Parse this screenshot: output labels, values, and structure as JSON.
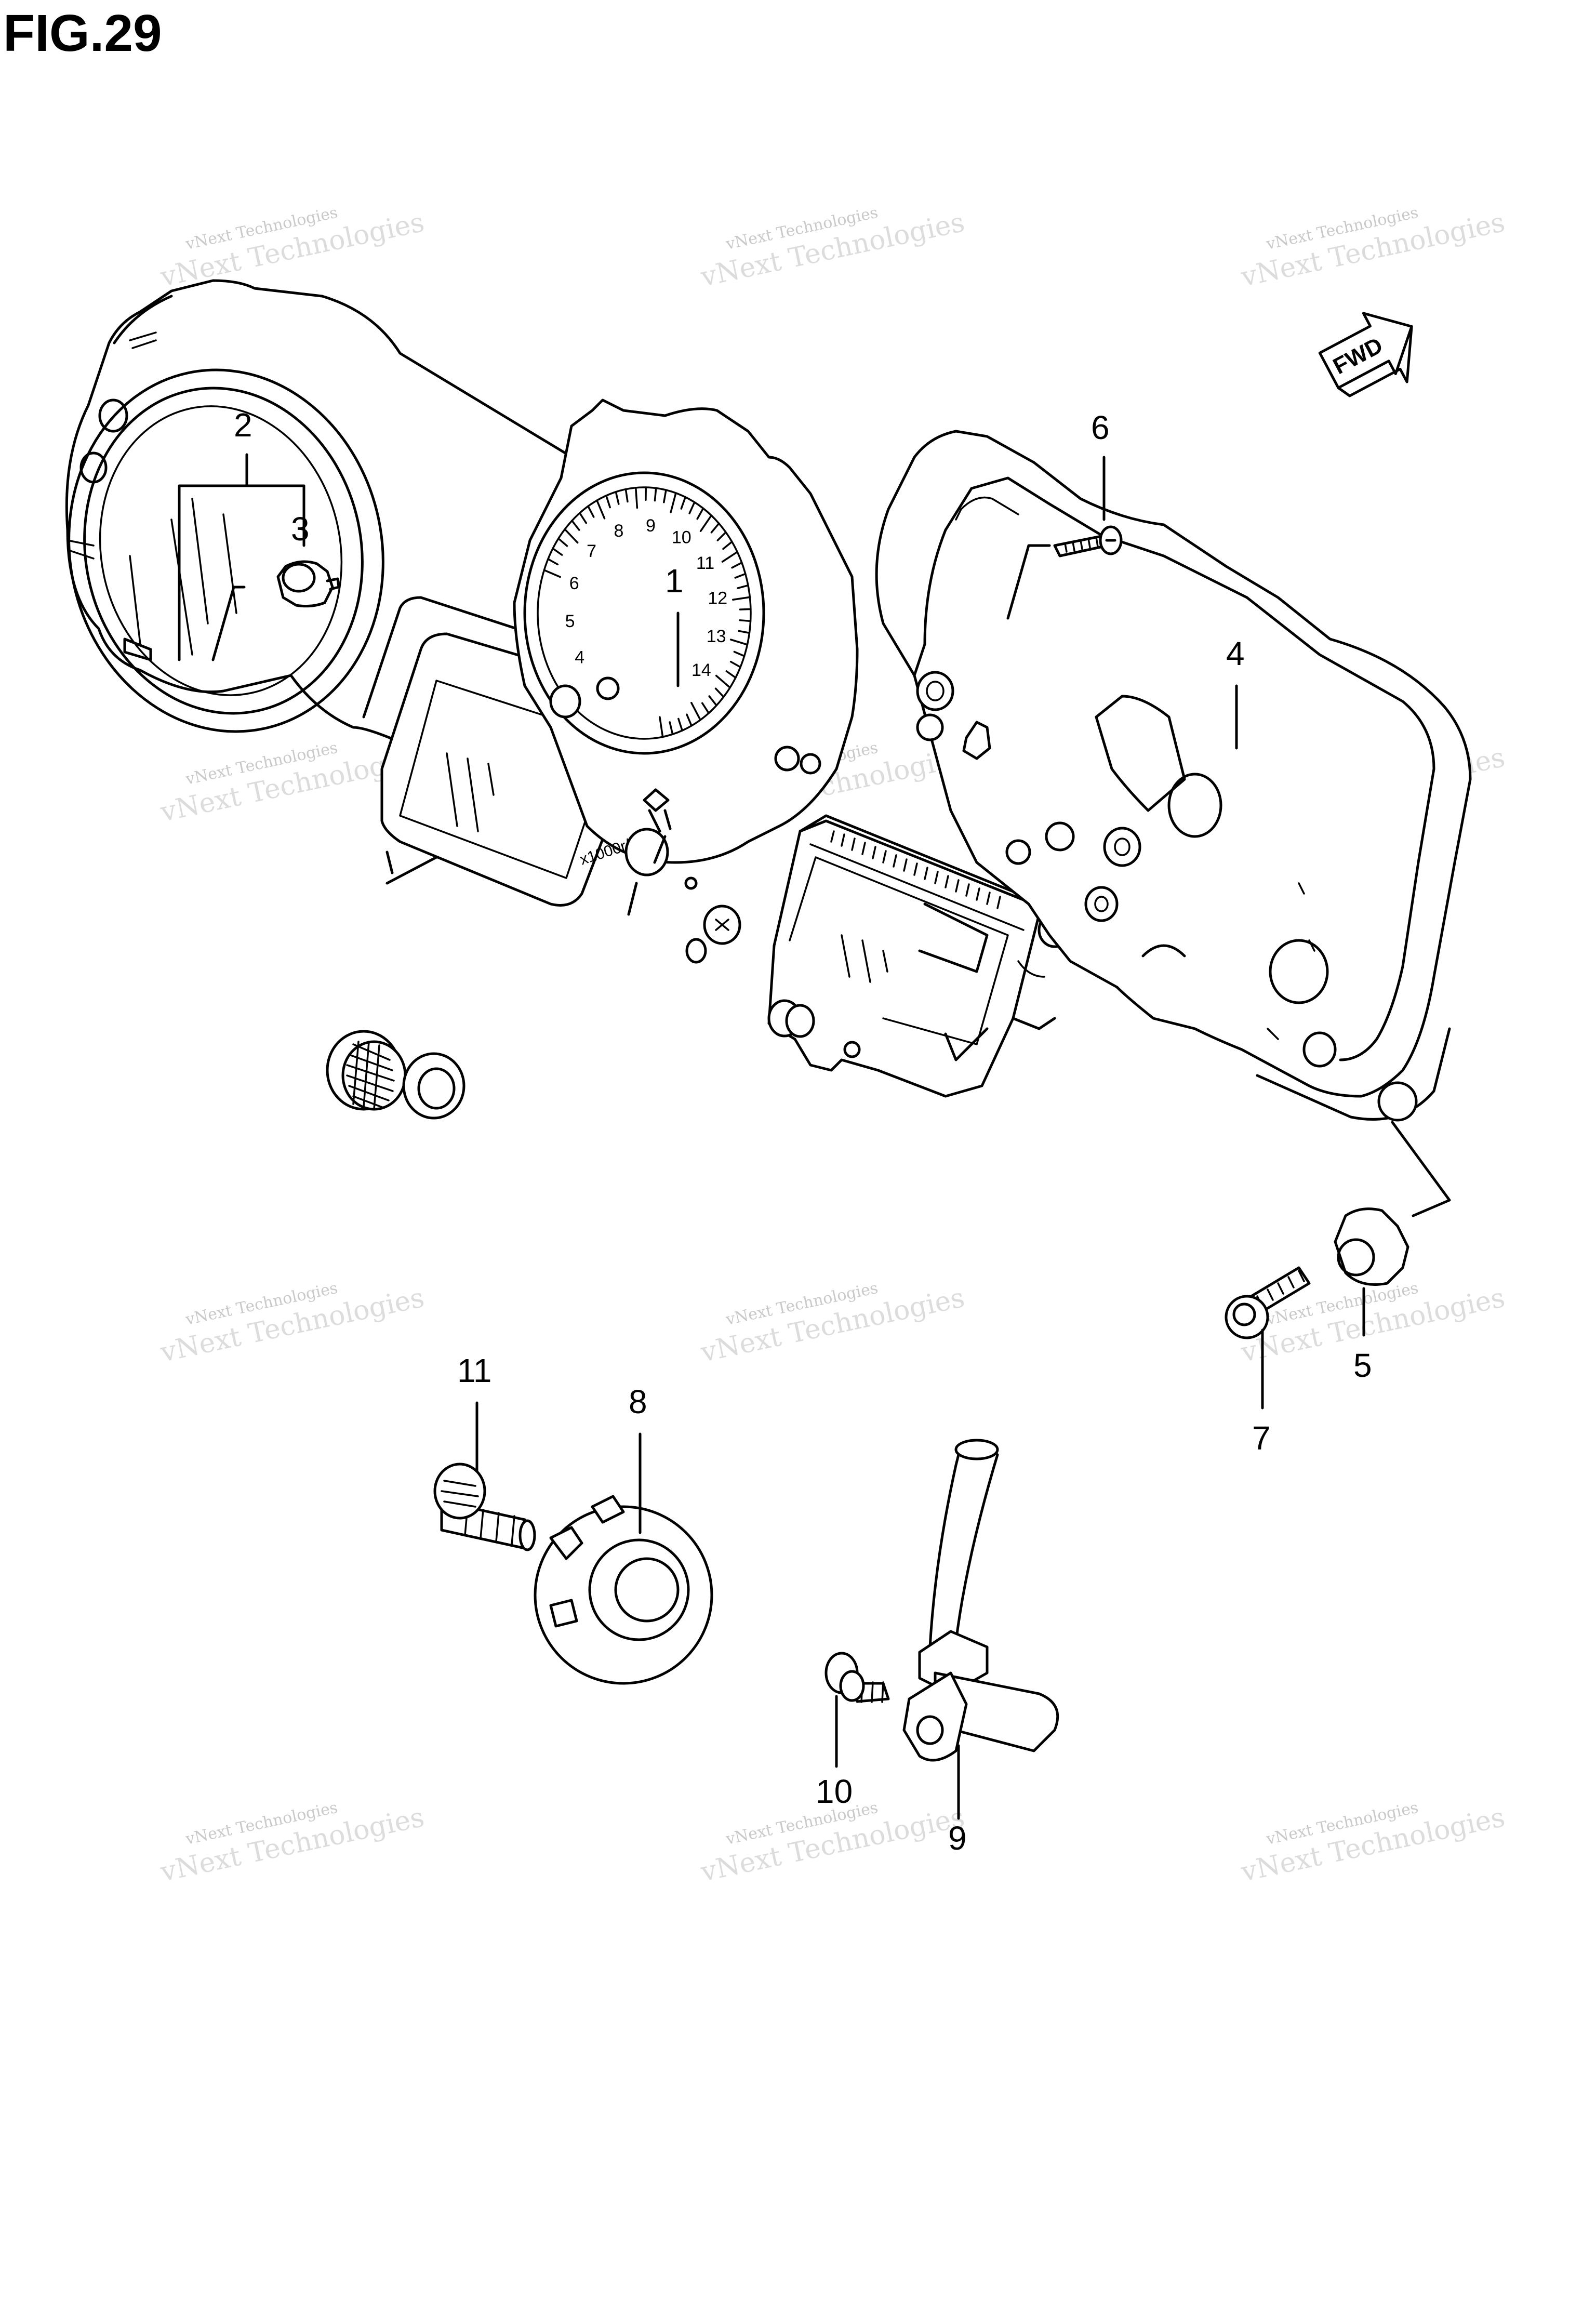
{
  "figure": {
    "title": "FIG.29"
  },
  "callouts": [
    {
      "id": "2",
      "label": "2"
    },
    {
      "id": "3",
      "label": "3"
    },
    {
      "id": "1",
      "label": "1"
    },
    {
      "id": "6",
      "label": "6"
    },
    {
      "id": "4",
      "label": "4"
    },
    {
      "id": "5",
      "label": "5"
    },
    {
      "id": "7",
      "label": "7"
    },
    {
      "id": "11",
      "label": "11"
    },
    {
      "id": "8",
      "label": "8"
    },
    {
      "id": "10",
      "label": "10"
    },
    {
      "id": "9",
      "label": "9"
    }
  ],
  "fwd_marker": {
    "label": "FWD"
  },
  "watermark": {
    "line1": "vNext Technologies",
    "line2": "vNext Technologies"
  },
  "tachometer": {
    "scale_numbers": [
      "4",
      "5",
      "6",
      "7",
      "8",
      "9",
      "10",
      "11",
      "12",
      "13",
      "14"
    ],
    "unit": "x1000r/min"
  }
}
